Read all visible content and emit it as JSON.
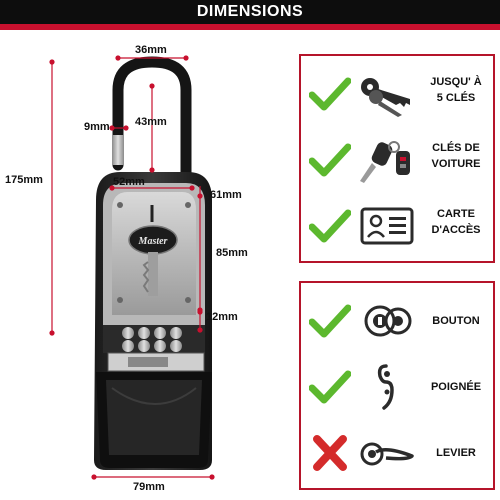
{
  "banner": {
    "title": "DIMENSIONS"
  },
  "dimensions": {
    "shackle_width": "36mm",
    "shackle_gap": "9mm",
    "shackle_height": "43mm",
    "total_height": "175mm",
    "inner_width": "52mm",
    "inner_depth": "61mm",
    "inner_height": "85mm",
    "button_depth": "12mm",
    "base_width": "79mm"
  },
  "product": {
    "logo_text": "Master"
  },
  "compatible": [
    {
      "icon": "keys-icon",
      "line1": "JUSQU' À",
      "line2": "5 CLÉS"
    },
    {
      "icon": "car-keys-icon",
      "line1": "CLÉS DE",
      "line2": "VOITURE"
    },
    {
      "icon": "access-card-icon",
      "line1": "CARTE",
      "line2": "D'ACCÈS"
    }
  ],
  "doors": [
    {
      "icon": "door-knob-icon",
      "status": "yes",
      "label": "BOUTON"
    },
    {
      "icon": "door-handle-icon",
      "status": "yes",
      "label": "POIGNÉE"
    },
    {
      "icon": "lever-handle-icon",
      "status": "no",
      "label": "LEVIER"
    }
  ],
  "colors": {
    "check_green": "#5cb82e",
    "cross_red": "#d42b2b",
    "accent_red": "#c8102e",
    "banner_black": "#0d0d0d"
  }
}
